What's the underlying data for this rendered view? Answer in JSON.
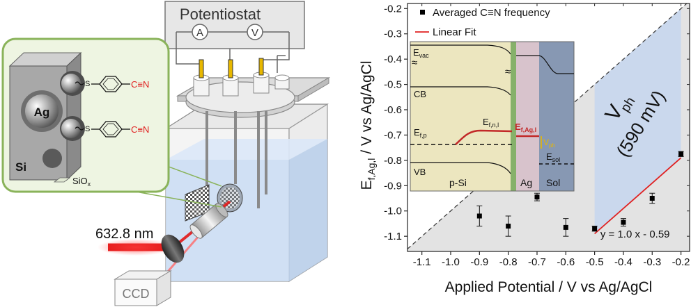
{
  "setup": {
    "instrument_label": "Potentiostat",
    "ammeter_symbol": "A",
    "voltmeter_symbol": "V",
    "laser_label": "632.8 nm",
    "detector_label": "CCD"
  },
  "inset": {
    "metal_label": "Ag",
    "substrate_label": "Si",
    "group_label": "C≡N",
    "thio_label": "S",
    "oxide_label": "SiO",
    "oxide_sub": "x"
  },
  "chart_data": {
    "type": "scatter",
    "xlabel": "Applied Potential / V vs Ag/AgCl",
    "ylabel_main": "E",
    "ylabel_sub": "f,Ag,l",
    "ylabel_rest": " / V vs Ag/AgCl",
    "xlim": [
      -1.15,
      -0.17
    ],
    "ylim": [
      -1.16,
      -0.18
    ],
    "xticks": [
      -1.1,
      -1.0,
      -0.9,
      -0.8,
      -0.7,
      -0.6,
      -0.5,
      -0.4,
      -0.3,
      -0.2
    ],
    "xtick_labels": [
      "-1.1",
      "-1.0",
      "-0.9",
      "-0.8",
      "-0.7",
      "-0.6",
      "-0.5",
      "-0.4",
      "-0.3",
      "-0.2"
    ],
    "yticks": [
      -1.1,
      -1.0,
      -0.9,
      -0.8,
      -0.7,
      -0.6,
      -0.5,
      -0.4,
      -0.3,
      -0.2
    ],
    "ytick_labels": [
      "-1.1",
      "-1.0",
      "-0.9",
      "-0.8",
      "-0.7",
      "-0.6",
      "-0.5",
      "-0.4",
      "-0.3",
      "-0.2"
    ],
    "series": [
      {
        "name": "Averaged C≡N frequency",
        "color": "#000000",
        "x": [
          -0.9,
          -0.8,
          -0.7,
          -0.6,
          -0.5,
          -0.4,
          -0.3,
          -0.2
        ],
        "y": [
          -1.02,
          -1.06,
          -0.945,
          -1.065,
          -1.07,
          -1.045,
          -0.95,
          -0.775
        ],
        "err": [
          0.04,
          0.04,
          0.015,
          0.035,
          0.01,
          0.015,
          0.02,
          0.01
        ]
      },
      {
        "name": "Linear Fit",
        "color": "#e02020",
        "x": [
          -0.5,
          -0.2
        ],
        "y": [
          -1.09,
          -0.79
        ]
      }
    ],
    "reference_line": {
      "x": [
        -1.15,
        -0.17
      ],
      "y": [
        -1.15,
        -0.17
      ]
    },
    "fit_equation": "y = 1.0 x - 0.59",
    "photovoltage_label": "V",
    "photovoltage_sub": "ph",
    "photovoltage_value": "(590 mV)",
    "legend_position": "top-left",
    "grid": false
  },
  "band_diagram": {
    "evac": "E",
    "evac_sub": "vac",
    "cb": "CB",
    "vb": "VB",
    "efp": "E",
    "efp_sub": "f,p",
    "efn": "E",
    "efn_sub": "f,n,l",
    "efag": "E",
    "efag_sub": "f,Ag,l",
    "vph": "V",
    "vph_sub": "ph",
    "esol": "E",
    "esol_sub": "sol",
    "region_si": "p-Si",
    "region_ag": "Ag",
    "region_sol": "Sol",
    "break_mark": "≈"
  },
  "colors": {
    "inset_border": "#8ab35a",
    "inset_fill": "#eef5e2",
    "water": "#c9dcf3",
    "laser": "#e21818",
    "fit_red": "#e02020",
    "ph_region": "#c5d6ef",
    "si_band": "#ece6bf",
    "ag_band": "#d8c3cc",
    "sol_band": "#8798b3",
    "gold": "#e8b800"
  }
}
